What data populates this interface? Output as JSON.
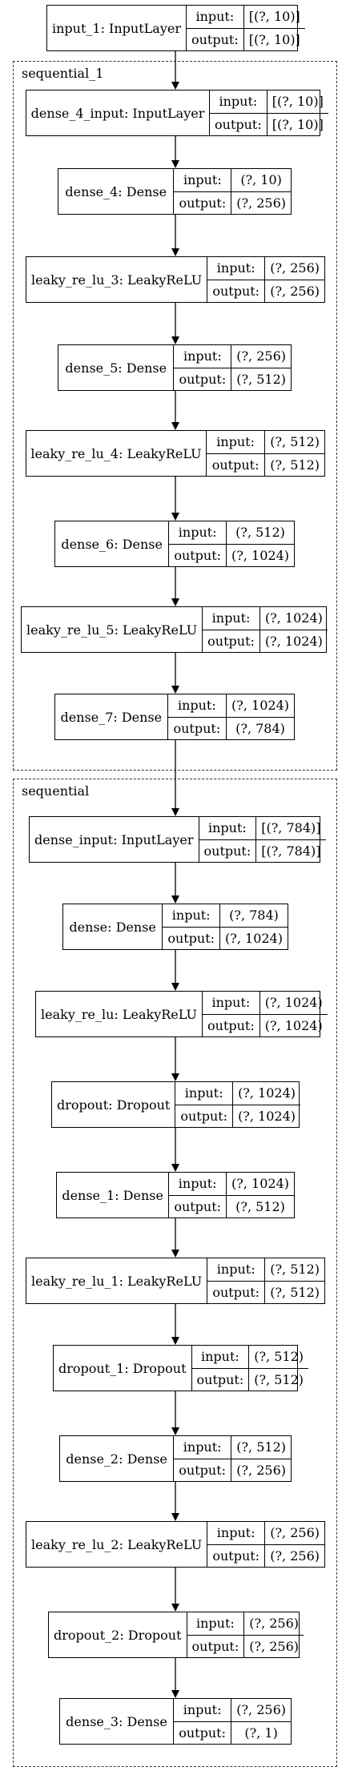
{
  "diagram": {
    "clusters": [
      {
        "id": "sequential_1",
        "label": "sequential_1"
      },
      {
        "id": "sequential",
        "label": "sequential"
      }
    ],
    "nodes": [
      {
        "label": "input_1: InputLayer",
        "input": "[(?, 10)]",
        "output": "[(?, 10)]"
      },
      {
        "label": "dense_4_input: InputLayer",
        "input": "[(?, 10)]",
        "output": "[(?, 10)]"
      },
      {
        "label": "dense_4: Dense",
        "input": "(?, 10)",
        "output": "(?, 256)"
      },
      {
        "label": "leaky_re_lu_3: LeakyReLU",
        "input": "(?, 256)",
        "output": "(?, 256)"
      },
      {
        "label": "dense_5: Dense",
        "input": "(?, 256)",
        "output": "(?, 512)"
      },
      {
        "label": "leaky_re_lu_4: LeakyReLU",
        "input": "(?, 512)",
        "output": "(?, 512)"
      },
      {
        "label": "dense_6: Dense",
        "input": "(?, 512)",
        "output": "(?, 1024)"
      },
      {
        "label": "leaky_re_lu_5: LeakyReLU",
        "input": "(?, 1024)",
        "output": "(?, 1024)"
      },
      {
        "label": "dense_7: Dense",
        "input": "(?, 1024)",
        "output": "(?, 784)"
      },
      {
        "label": "dense_input: InputLayer",
        "input": "[(?, 784)]",
        "output": "[(?, 784)]"
      },
      {
        "label": "dense: Dense",
        "input": "(?, 784)",
        "output": "(?, 1024)"
      },
      {
        "label": "leaky_re_lu: LeakyReLU",
        "input": "(?, 1024)",
        "output": "(?, 1024)"
      },
      {
        "label": "dropout: Dropout",
        "input": "(?, 1024)",
        "output": "(?, 1024)"
      },
      {
        "label": "dense_1: Dense",
        "input": "(?, 1024)",
        "output": "(?, 512)"
      },
      {
        "label": "leaky_re_lu_1: LeakyReLU",
        "input": "(?, 512)",
        "output": "(?, 512)"
      },
      {
        "label": "dropout_1: Dropout",
        "input": "(?, 512)",
        "output": "(?, 512)"
      },
      {
        "label": "dense_2: Dense",
        "input": "(?, 512)",
        "output": "(?, 256)"
      },
      {
        "label": "leaky_re_lu_2: LeakyReLU",
        "input": "(?, 256)",
        "output": "(?, 256)"
      },
      {
        "label": "dropout_2: Dropout",
        "input": "(?, 256)",
        "output": "(?, 256)"
      },
      {
        "label": "dense_3: Dense",
        "input": "(?, 256)",
        "output": "(?, 1)"
      }
    ],
    "port_labels": {
      "input": "input:",
      "output": "output:"
    }
  }
}
